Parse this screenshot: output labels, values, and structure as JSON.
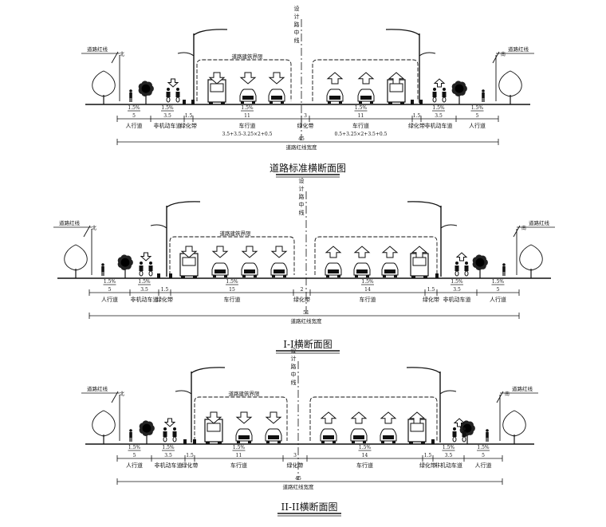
{
  "sections": [
    {
      "title": "道路标准横断面图",
      "center_label": "设计路中线",
      "clearance_label": "道路建筑界限",
      "redline_label_left": "道路红线",
      "redline_label_right": "道路红线",
      "compass_left": "北",
      "compass_right": "南",
      "total_label": "道路红线宽度",
      "total_value": "45",
      "segments": [
        {
          "width": "5",
          "name": "人行道",
          "slope": "1.5%"
        },
        {
          "width": "3.5",
          "name": "非机动车道",
          "slope": "1.5%"
        },
        {
          "width": "1.5",
          "name": "绿化带",
          "slope": ""
        },
        {
          "width": "11",
          "name": "车行道",
          "slope": "1.5%",
          "note": "3.5+3.5-3.25×2+0.5"
        },
        {
          "width": "3",
          "name": "绿化带",
          "slope": ""
        },
        {
          "width": "11",
          "name": "车行道",
          "slope": "1.5%",
          "note": "0.5+3.25×2+3.5+0.5"
        },
        {
          "width": "1.5",
          "name": "绿化带",
          "slope": ""
        },
        {
          "width": "3.5",
          "name": "非机动车道",
          "slope": "1.5%"
        },
        {
          "width": "5",
          "name": "人行道",
          "slope": "1.5%"
        }
      ]
    },
    {
      "title": "I-I横断面图",
      "center_label": "设计路中线",
      "clearance_label": "道路建筑界限",
      "redline_label_left": "道路红线",
      "redline_label_right": "道路红线",
      "compass_left": "北",
      "compass_right": "南",
      "total_label": "道路红线宽度",
      "total_value": "51",
      "segments": [
        {
          "width": "5",
          "name": "人行道",
          "slope": "1.5%"
        },
        {
          "width": "3.5",
          "name": "非机动车道",
          "slope": "1.5%"
        },
        {
          "width": "1.5",
          "name": "绿化带",
          "slope": ""
        },
        {
          "width": "15",
          "name": "车行道",
          "slope": "1.5%",
          "note": ""
        },
        {
          "width": "2",
          "name": "绿化带",
          "slope": ""
        },
        {
          "width": "14",
          "name": "车行道",
          "slope": "1.5%",
          "note": ""
        },
        {
          "width": "1.5",
          "name": "绿化带",
          "slope": ""
        },
        {
          "width": "3.5",
          "name": "非机动车道",
          "slope": "1.5%"
        },
        {
          "width": "5",
          "name": "人行道",
          "slope": "1.5%"
        }
      ]
    },
    {
      "title": "II-II横断面图",
      "center_label": "设计路中线",
      "clearance_label": "道路建筑界限",
      "redline_label_left": "道路红线",
      "redline_label_right": "道路红线",
      "compass_left": "北",
      "compass_right": "南",
      "total_label": "道路红线宽度",
      "total_value": "45",
      "segments": [
        {
          "width": "5",
          "name": "人行道",
          "slope": "1.5%"
        },
        {
          "width": "3.5",
          "name": "非机动车道",
          "slope": "1.5%"
        },
        {
          "width": "1.5",
          "name": "绿化带",
          "slope": ""
        },
        {
          "width": "11",
          "name": "车行道",
          "slope": "1.5%",
          "note": ""
        },
        {
          "width": "3",
          "name": "绿化带",
          "slope": ""
        },
        {
          "width": "14",
          "name": "车行道",
          "slope": "1.5%",
          "note": ""
        },
        {
          "width": "1.5",
          "name": "绿化带",
          "slope": ""
        },
        {
          "width": "3.5",
          "name": "非机动车道",
          "slope": "1.5%"
        },
        {
          "width": "5",
          "name": "人行道",
          "slope": "1.5%"
        }
      ]
    }
  ]
}
